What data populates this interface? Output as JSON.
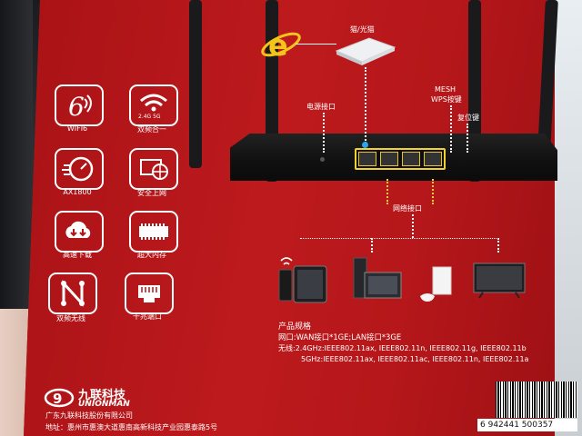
{
  "features": [
    {
      "label": "WIFI6",
      "icon": "wifi6-icon"
    },
    {
      "label": "双频合一",
      "icon": "dual-band-icon",
      "badge": "2.4G 5G"
    },
    {
      "label": "AX1800",
      "icon": "speed-gauge-icon"
    },
    {
      "label": "安全上网",
      "icon": "secure-globe-icon"
    },
    {
      "label": "高速下载",
      "icon": "cloud-download-icon"
    },
    {
      "label": "超大内存",
      "icon": "memory-chip-icon"
    },
    {
      "label": "双频无线",
      "icon": "mesh-n-icon"
    },
    {
      "label": "千兆端口",
      "icon": "ethernet-port-icon"
    }
  ],
  "diagram": {
    "modem_label": "猫/光猫",
    "power_label": "电源接口",
    "mesh_label_1": "MESH",
    "mesh_label_2": "WPS按键",
    "reset_label": "复位键",
    "network_label": "网络接口"
  },
  "specs": {
    "title": "产品规格",
    "ports": "网口:WAN接口*1GE;LAN接口*3GE",
    "wireless_24": "无线:2.4GHz:IEEE802.11ax, IEEE802.11n, IEEE802.11g, IEEE802.11b",
    "wireless_5": "5GHz:IEEE802.11ax, IEEE802.11ac, IEEE802.11n, IEEE802.11a"
  },
  "brand": {
    "name_cn": "九联科技",
    "name_en": "UNIONMAN",
    "company": "广东九联科技股份有限公司",
    "address": "地址：惠州市惠澳大道惠南高新科技产业园惠泰路5号"
  },
  "barcode": "6 942441 500357",
  "colors": {
    "box_red": "#b21518",
    "port_yellow": "#f1d12c",
    "ie_yellow": "#f3c51a"
  }
}
